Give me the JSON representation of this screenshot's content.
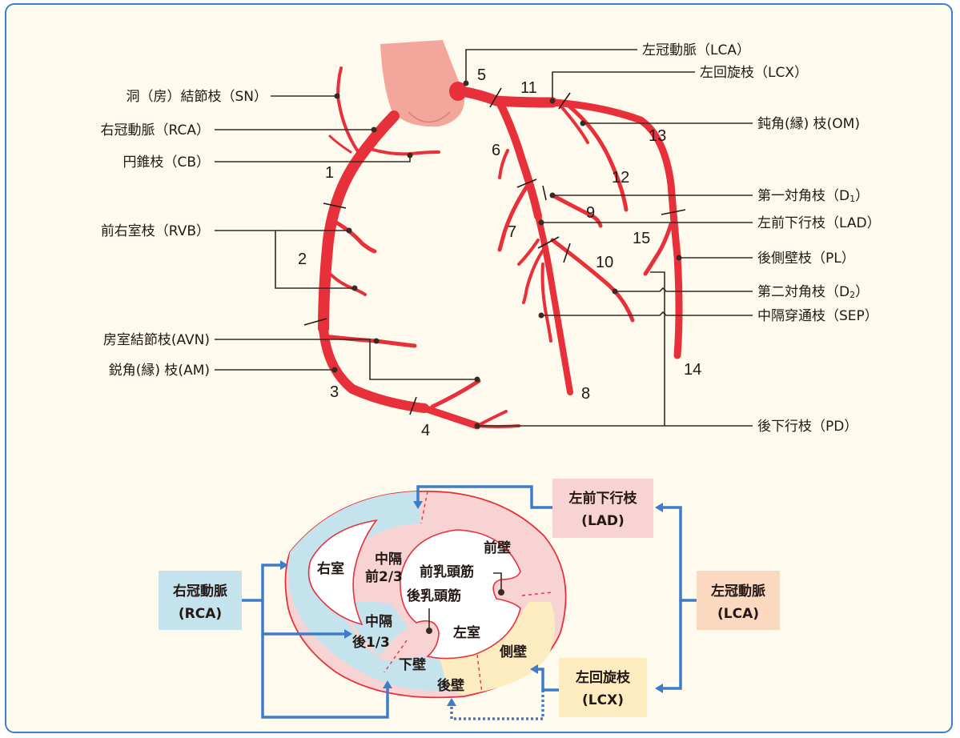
{
  "labels_left": {
    "sn": "洞（房）結節枝（SN）",
    "rca": "右冠動脈（RCA）",
    "cb": "円錐枝（CB）",
    "rvb": "前右室枝（RVB）",
    "avn": "房室結節枝(AVN)",
    "am": "鋭角(縁) 枝(AM)"
  },
  "labels_right": {
    "lca": "左冠動脈（LCA）",
    "lcx": "左回旋枝（LCX）",
    "om": "鈍角(縁) 枝(OM)",
    "d1_main": "第一対角枝（D",
    "d1_sub": "1",
    "d1_end": "）",
    "lad": "左前下行枝（LAD）",
    "pl": "後側壁枝（PL）",
    "d2_main": "第二対角枝（D",
    "d2_sub": "2",
    "d2_end": "）",
    "sep": "中隔穿通枝（SEP）",
    "pd": "後下行枝（PD）"
  },
  "segments": [
    "1",
    "2",
    "3",
    "4",
    "5",
    "6",
    "7",
    "8",
    "9",
    "10",
    "11",
    "12",
    "13",
    "14",
    "15"
  ],
  "cross_section": {
    "rv": "右室",
    "lv": "左室",
    "septum_ant_1": "中隔",
    "septum_ant_2": "前2/3",
    "septum_post_1": "中隔",
    "septum_post_2": "後1/3",
    "anterior": "前壁",
    "lateral": "側壁",
    "posterior": "後壁",
    "inferior": "下壁",
    "ant_pap": "前乳頭筋",
    "post_pap": "後乳頭筋"
  },
  "boxes": {
    "rca_1": "右冠動脈",
    "rca_2": "(RCA)",
    "lad_1": "左前下行枝",
    "lad_2": "(LAD)",
    "lca_1": "左冠動脈",
    "lca_2": "(LCA)",
    "lcx_1": "左回旋枝",
    "lcx_2": "(LCX)"
  },
  "colors": {
    "artery": "#e8303a",
    "aorta": "#f2a69c",
    "border": "#3f7fc6",
    "background": "#fefaee",
    "rca_region": "#c5e3ec",
    "lad_region": "#f8d3d3",
    "lcx_region": "#fdecc0",
    "lca_box": "#fbd8c0",
    "arrow": "#3d7cc9"
  }
}
